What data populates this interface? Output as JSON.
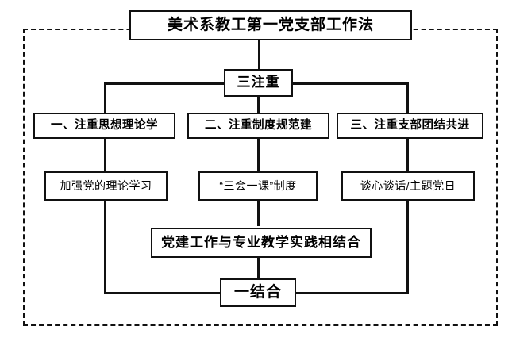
{
  "diagram": {
    "title": "美术系教工第一党支部工作法",
    "root": {
      "label": "三注重"
    },
    "pillars": [
      {
        "label": "一、注重思想理论学",
        "child": "加强党的理论学习"
      },
      {
        "label": "二、注重制度规范建",
        "child": "“三会一课”制度"
      },
      {
        "label": "三、注重支部团结共进",
        "child": "谈心谈话/主题党日"
      }
    ],
    "integration": {
      "label": "党建工作与专业教学实践相结合"
    },
    "bottom": {
      "label": "一结合"
    },
    "colors": {
      "line": "#111111",
      "box_fill": "#ffffff",
      "text": "#000000",
      "frame": "#111111"
    }
  }
}
